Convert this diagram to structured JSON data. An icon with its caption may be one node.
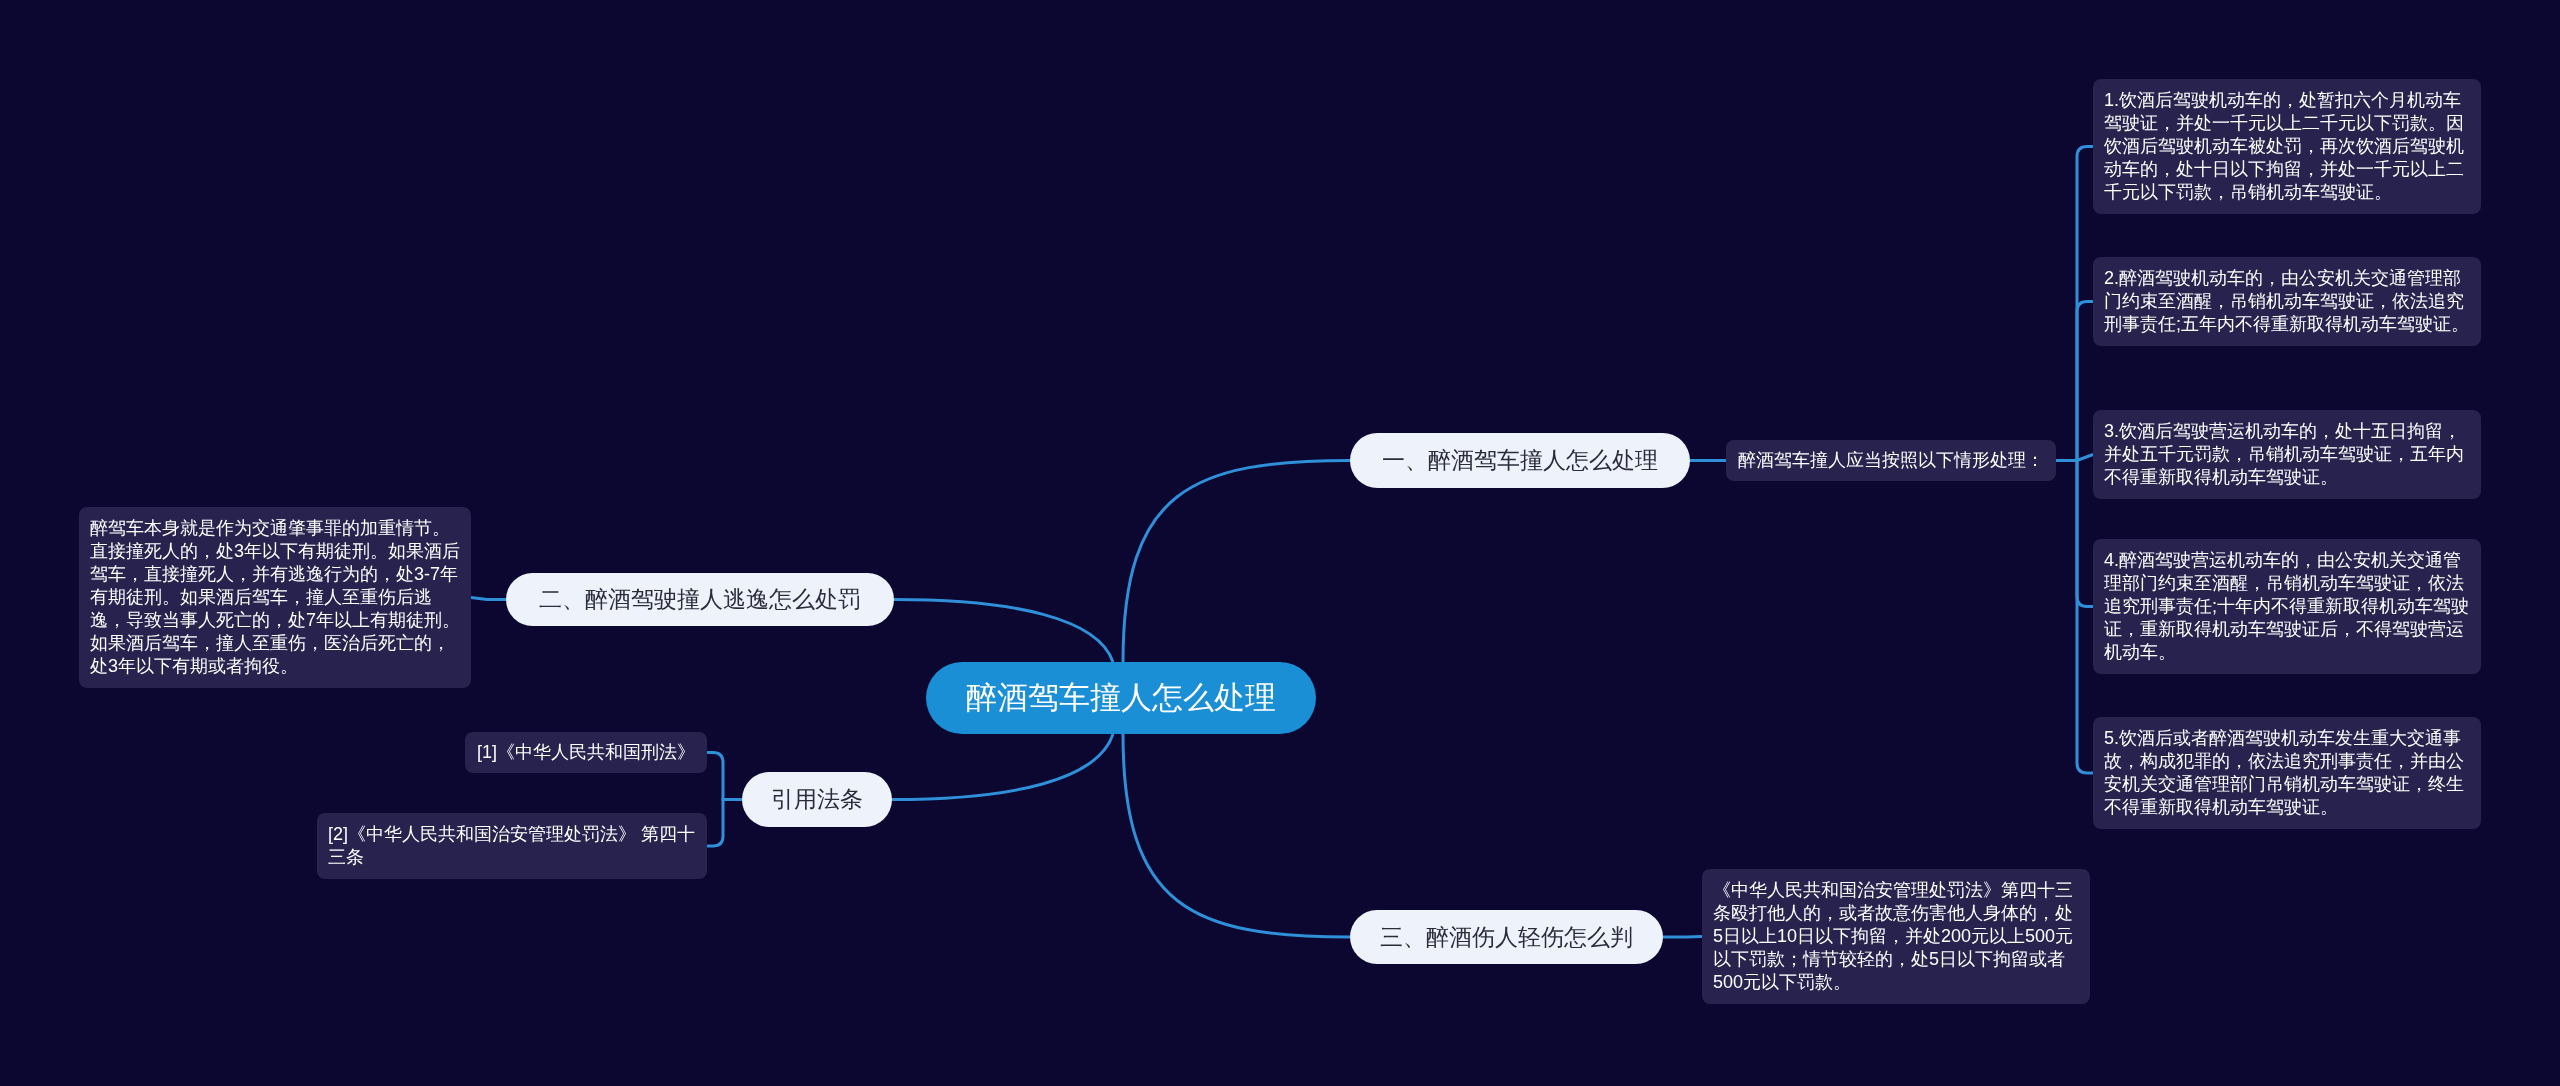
{
  "diagram": {
    "nodes": [
      {
        "text": [
          "醉酒驾车撞人怎么处理"
        ]
      },
      {
        "text": [
          "一、醉酒驾车撞人怎么处理"
        ]
      },
      {
        "text": [
          "醉酒驾车撞人应当按照以下情形处理："
        ]
      },
      {
        "text": [
          "1.饮酒后驾驶机动车的，处暂扣六个月机动车驾驶证，并处一千元以上二千元以下罚款。因饮酒后驾驶机动车被处罚，再次饮酒后驾驶机动车的，处十日以下拘留，并处一千元以上二千元以下罚款，吊销机动车驾驶证。"
        ]
      },
      {
        "text": [
          "2.醉酒驾驶机动车的，由公安机关交通管理部门约束至酒醒，吊销机动车驾驶证，依法追究刑事责任;五年内不得重新取得机动车驾驶证。"
        ]
      },
      {
        "text": [
          "3.饮酒后驾驶营运机动车的，处十五日拘留，并处五千元罚款，吊销机动车驾驶证，五年内不得重新取得机动车驾驶证。"
        ]
      },
      {
        "text": [
          "4.醉酒驾驶营运机动车的，由公安机关交通管理部门约束至酒醒，吊销机动车驾驶证，依法追究刑事责任;十年内不得重新取得机动车驾驶证，重新取得机动车驾驶证后，不得驾驶营运机动车。"
        ]
      },
      {
        "text": [
          "5.饮酒后或者醉酒驾驶机动车发生重大交通事故，构成犯罪的，依法追究刑事责任，并由公安机关交通管理部门吊销机动车驾驶证，终生不得重新取得机动车驾驶证。"
        ]
      },
      {
        "text": [
          "二、醉酒驾驶撞人逃逸怎么处罚"
        ]
      },
      {
        "text": [
          "醉驾车本身就是作为交通肇事罪的加重情节。直接撞死人的，处3年以下有期徒刑。如果酒后驾车，直接撞死人，并有逃逸行为的，处3-7年有期徒刑。如果酒后驾车，撞人至重伤后逃逸，导致当事人死亡的，处7年以上有期徒刑。如果酒后驾车，撞人至重伤，医治后死亡的，处3年以下有期或者拘役。"
        ]
      },
      {
        "text": [
          "引用法条"
        ]
      },
      {
        "text": [
          "[1]《中华人民共和国刑法》"
        ]
      },
      {
        "text": [
          "[2]《中华人民共和国治安管理处罚法》 第四十三条"
        ]
      },
      {
        "text": [
          "三、醉酒伤人轻伤怎么判"
        ]
      },
      {
        "text": [
          "《中华人民共和国治安管理处罚法》第四十三条殴打他人的，或者故意伤害他人身体的，处5日以上10日以下拘留，并处200元以上500元以下罚款；情节较轻的，处5日以下拘留或者500元以下罚款。"
        ]
      }
    ],
    "edges": [
      {
        "from": 0,
        "to": 1,
        "arrow": "none"
      },
      {
        "from": 1,
        "to": 2,
        "arrow": "none"
      },
      {
        "from": 2,
        "to": 3,
        "arrow": "none"
      },
      {
        "from": 2,
        "to": 4,
        "arrow": "none"
      },
      {
        "from": 2,
        "to": 5,
        "arrow": "none"
      },
      {
        "from": 2,
        "to": 6,
        "arrow": "none"
      },
      {
        "from": 2,
        "to": 7,
        "arrow": "none"
      },
      {
        "from": 0,
        "to": 8,
        "arrow": "none"
      },
      {
        "from": 8,
        "to": 9,
        "arrow": "none"
      },
      {
        "from": 0,
        "to": 10,
        "arrow": "none"
      },
      {
        "from": 10,
        "to": 11,
        "arrow": "none"
      },
      {
        "from": 10,
        "to": 12,
        "arrow": "none"
      },
      {
        "from": 0,
        "to": 13,
        "arrow": "none"
      },
      {
        "from": 13,
        "to": 14,
        "arrow": "none"
      }
    ]
  }
}
